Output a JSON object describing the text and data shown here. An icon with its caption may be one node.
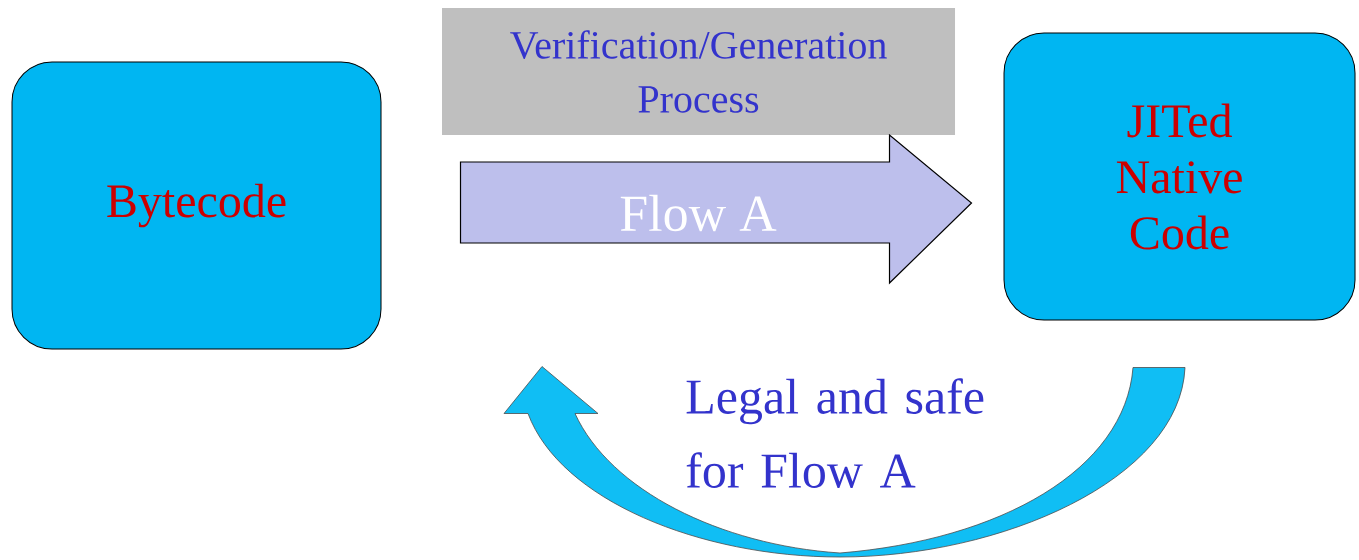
{
  "diagram": {
    "nodes": [
      {
        "text": [
          "Bytecode"
        ]
      },
      {
        "text": [
          "Verification/Generation Process"
        ]
      },
      {
        "text": [
          "JITed Native Code"
        ]
      }
    ],
    "edges": [
      {
        "from": 0,
        "to": 2,
        "arrow": "to",
        "label": "Flow A"
      },
      {
        "from": 2,
        "to": 0,
        "arrow": "to",
        "label": "Legal and safe for Flow A"
      }
    ]
  }
}
